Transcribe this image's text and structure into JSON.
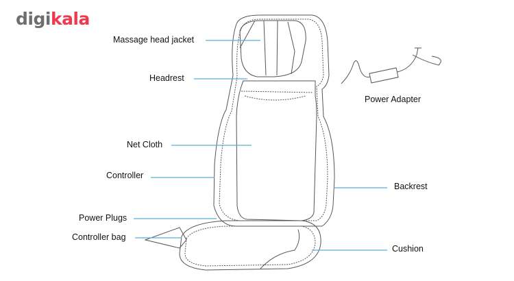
{
  "brand": {
    "part1": "digi",
    "part2": "kala"
  },
  "labels": {
    "massage_head_jacket": "Massage head jacket",
    "headrest": "Headrest",
    "net_cloth": "Net Cloth",
    "controller": "Controller",
    "power_plugs": "Power Plugs",
    "controller_bag": "Controller bag",
    "backrest": "Backrest",
    "cushion": "Cushion",
    "power_adapter": "Power Adapter"
  },
  "colors": {
    "leader": "#5aaed0",
    "outline": "#555555",
    "brand_gray": "#6d6e70",
    "brand_red": "#ef394e"
  }
}
